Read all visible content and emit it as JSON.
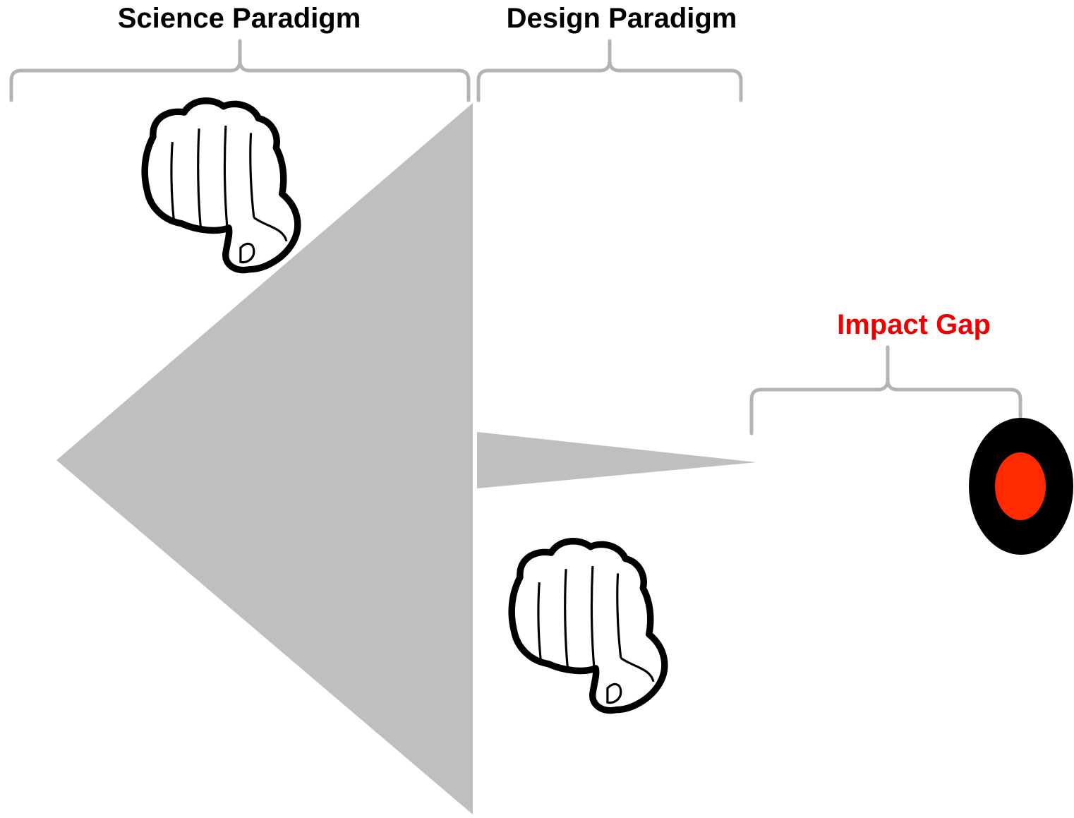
{
  "labels": {
    "science": "Science Paradigm",
    "design": "Design Paradigm",
    "impact_gap": "Impact Gap"
  },
  "colors": {
    "bracket": "#b3b3b3",
    "triangle": "#bfbfbf",
    "text": "#000000",
    "impact_text": "#ee0000",
    "target_outer": "#000000",
    "target_inner": "#ff2a00",
    "fist_outline": "#000000",
    "fist_fill": "#ffffff"
  },
  "icons": {
    "science_fist": "fist-icon",
    "design_fist": "fist-icon",
    "target": "target-icon"
  }
}
